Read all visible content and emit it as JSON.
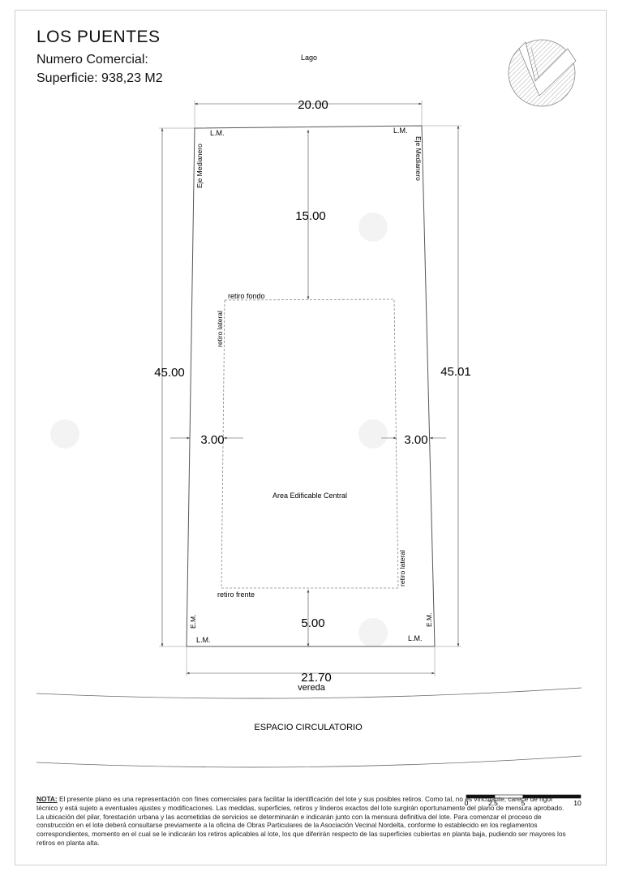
{
  "header": {
    "title": "LOS PUENTES",
    "numero_comercial": "Numero Comercial:",
    "superficie": "Superficie: 938,23 M2"
  },
  "plan": {
    "lago": "Lago",
    "top_width": "20.00",
    "bottom_width": "21.70",
    "left_depth": "45.00",
    "right_depth": "45.01",
    "retiro_fondo_dim": "15.00",
    "retiro_frente_dim": "5.00",
    "retiro_lateral_left_dim": "3.00",
    "retiro_lateral_right_dim": "3.00",
    "lm_top_left": "L.M.",
    "lm_top_right": "L.M.",
    "lm_bottom_left": "L.M.",
    "lm_bottom_right": "L.M.",
    "eje_left": "Eje Medianero",
    "eje_right": "Eje Medianero",
    "em_left": "E.M.",
    "em_right": "E.M.",
    "retiro_fondo": "retiro fondo",
    "retiro_frente": "retiro frente",
    "retiro_lateral_left": "retiro lateral",
    "retiro_lateral_right": "retiro lateral",
    "area_edificable": "Area Edificable Central",
    "vereda": "vereda",
    "espacio_circulatorio": "ESPACIO CIRCULATORIO"
  },
  "scale": {
    "ticks": [
      "0",
      "2.5",
      "5",
      "10"
    ]
  },
  "note": {
    "label": "NOTA:",
    "text": " El presente plano es una representación con fines comerciales para facilitar la identificación del lote y sus posibles retiros. Como tal, no es vinculante, carece de rigor técnico y está sujeto a eventuales ajustes y modificaciones. Las medidas, superficies, retiros y linderos exactos del lote surgirán oportunamente del plano de mensura aprobado. La ubicación del pilar, forestación urbana y las acometidas de servicios se determinarán e indicarán junto con la mensura definitiva del lote. Para comenzar el proceso de construcción en el lote deberá consultarse previamente a la oficina de Obras Particulares de la Asociación Vecinal Nordelta, conforme lo establecido en los reglamentos correspondientes, momento en el cual se le indicarán los retiros aplicables al lote, los que diferirán respecto de las superficies cubiertas en planta baja, pudiendo ser mayores los retiros en planta alta."
  }
}
